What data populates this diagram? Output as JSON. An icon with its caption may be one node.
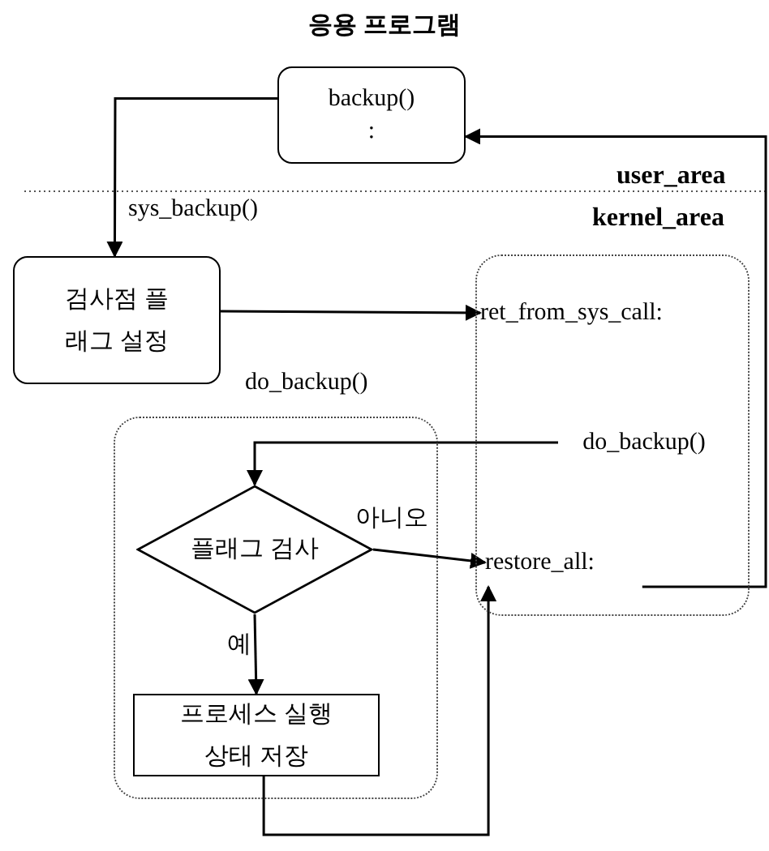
{
  "diagram": {
    "title": "응용 프로그램",
    "nodes": [
      {
        "text": [
          "backup()",
          ":"
        ]
      },
      {
        "text": [
          "검사점 플래그 설정"
        ]
      },
      {
        "text": [],
        "shape": "box"
      },
      {
        "text": [
          "ret_from_sys_call:"
        ],
        "in": 2
      },
      {
        "text": [
          "do_backup()"
        ],
        "in": 2
      },
      {
        "text": [
          "restore_all:"
        ],
        "in": 2
      },
      {
        "text": [
          "do_backup()"
        ]
      },
      {
        "text": [
          "플래그 검사"
        ],
        "in": 6
      },
      {
        "text": [
          "프로세스 실행 상태 저장"
        ],
        "in": 6
      }
    ],
    "edges": [
      {
        "from": 0,
        "to": 1,
        "arrow": "to",
        "label": "sys_backup()"
      },
      {
        "from": 1,
        "to": 3,
        "arrow": "to"
      },
      {
        "from": 4,
        "to": 7,
        "arrow": "to"
      },
      {
        "from": 7,
        "to": 5,
        "arrow": "to",
        "label": "아니오"
      },
      {
        "from": 7,
        "to": 8,
        "arrow": "to",
        "label": "예"
      },
      {
        "from": 8,
        "to": 5,
        "arrow": "to"
      },
      {
        "from": 5,
        "to": 0,
        "arrow": "to"
      }
    ],
    "labels": [
      "user_area",
      "kernel_area"
    ]
  }
}
